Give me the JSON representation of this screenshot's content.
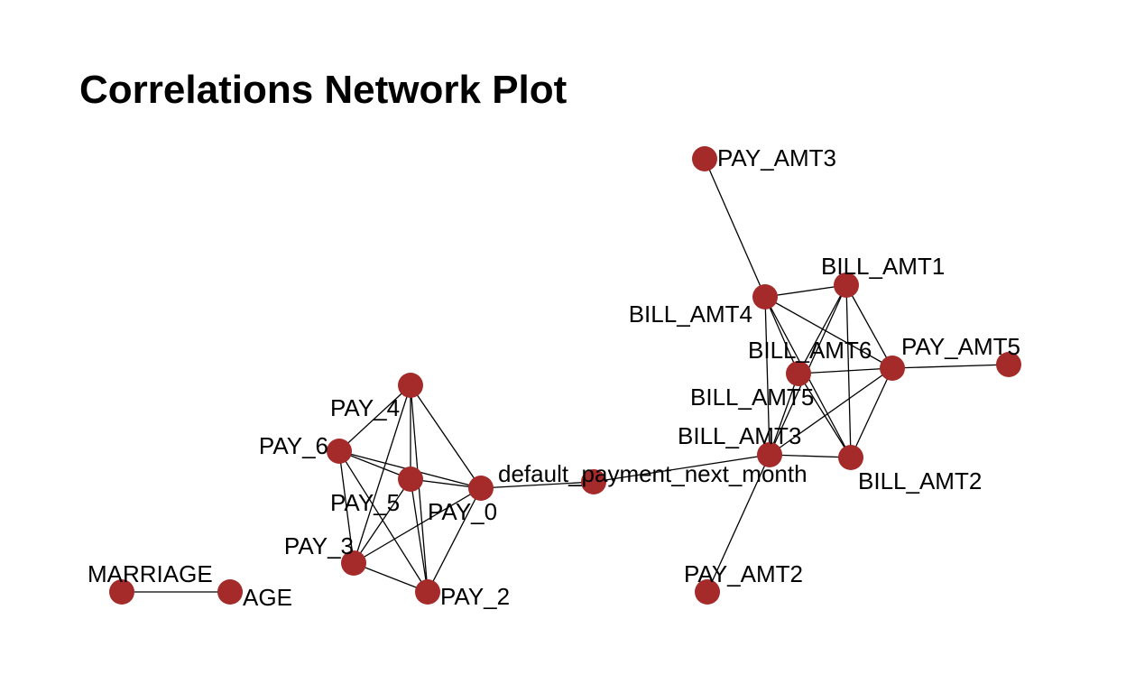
{
  "title": "Correlations Network Plot",
  "colors": {
    "node": "#a52a2a",
    "edge": "#000000",
    "text": "#000000",
    "background": "#ffffff"
  },
  "nodes": [
    {
      "id": "PAY_AMT3",
      "label": "PAY_AMT3"
    },
    {
      "id": "BILL_AMT1",
      "label": "BILL_AMT1"
    },
    {
      "id": "BILL_AMT4",
      "label": "BILL_AMT4"
    },
    {
      "id": "BILL_AMT6",
      "label": "BILL_AMT6"
    },
    {
      "id": "PAY_AMT5",
      "label": "PAY_AMT5"
    },
    {
      "id": "BILL_AMT5",
      "label": "BILL_AMT5"
    },
    {
      "id": "BILL_AMT3",
      "label": "BILL_AMT3"
    },
    {
      "id": "BILL_AMT2",
      "label": "BILL_AMT2"
    },
    {
      "id": "PAY_AMT2",
      "label": "PAY_AMT2"
    },
    {
      "id": "default_payment_next_month",
      "label": "default_payment_next_month"
    },
    {
      "id": "PAY_4",
      "label": "PAY_4"
    },
    {
      "id": "PAY_6",
      "label": "PAY_6"
    },
    {
      "id": "PAY_5",
      "label": "PAY_5"
    },
    {
      "id": "PAY_0",
      "label": "PAY_0"
    },
    {
      "id": "PAY_3",
      "label": "PAY_3"
    },
    {
      "id": "PAY_2",
      "label": "PAY_2"
    },
    {
      "id": "MARRIAGE",
      "label": "MARRIAGE"
    },
    {
      "id": "AGE",
      "label": "AGE"
    }
  ],
  "edges": [
    [
      "PAY_AMT3",
      "BILL_AMT4"
    ],
    [
      "BILL_AMT4",
      "BILL_AMT1"
    ],
    [
      "BILL_AMT4",
      "BILL_AMT6"
    ],
    [
      "BILL_AMT4",
      "PAY_AMT5"
    ],
    [
      "BILL_AMT4",
      "BILL_AMT3"
    ],
    [
      "BILL_AMT4",
      "BILL_AMT2"
    ],
    [
      "BILL_AMT1",
      "BILL_AMT6"
    ],
    [
      "BILL_AMT1",
      "PAY_AMT5"
    ],
    [
      "BILL_AMT1",
      "BILL_AMT3"
    ],
    [
      "BILL_AMT1",
      "BILL_AMT2"
    ],
    [
      "BILL_AMT6",
      "PAY_AMT5"
    ],
    [
      "BILL_AMT6",
      "BILL_AMT3"
    ],
    [
      "BILL_AMT6",
      "BILL_AMT2"
    ],
    [
      "PAY_AMT5",
      "BILL_AMT3"
    ],
    [
      "PAY_AMT5",
      "BILL_AMT2"
    ],
    [
      "PAY_AMT5",
      "PAY_AMT5_outer"
    ],
    [
      "BILL_AMT3",
      "BILL_AMT2"
    ],
    [
      "BILL_AMT3",
      "PAY_AMT2"
    ],
    [
      "BILL_AMT3",
      "default_payment_next_month"
    ],
    [
      "default_payment_next_month",
      "PAY_0"
    ],
    [
      "PAY_4",
      "PAY_6"
    ],
    [
      "PAY_4",
      "PAY_5"
    ],
    [
      "PAY_4",
      "PAY_0"
    ],
    [
      "PAY_4",
      "PAY_3"
    ],
    [
      "PAY_4",
      "PAY_2"
    ],
    [
      "PAY_6",
      "PAY_5"
    ],
    [
      "PAY_6",
      "PAY_0"
    ],
    [
      "PAY_6",
      "PAY_3"
    ],
    [
      "PAY_6",
      "PAY_2"
    ],
    [
      "PAY_5",
      "PAY_0"
    ],
    [
      "PAY_5",
      "PAY_3"
    ],
    [
      "PAY_5",
      "PAY_2"
    ],
    [
      "PAY_0",
      "PAY_3"
    ],
    [
      "PAY_0",
      "PAY_2"
    ],
    [
      "PAY_3",
      "PAY_2"
    ],
    [
      "MARRIAGE",
      "AGE"
    ]
  ]
}
